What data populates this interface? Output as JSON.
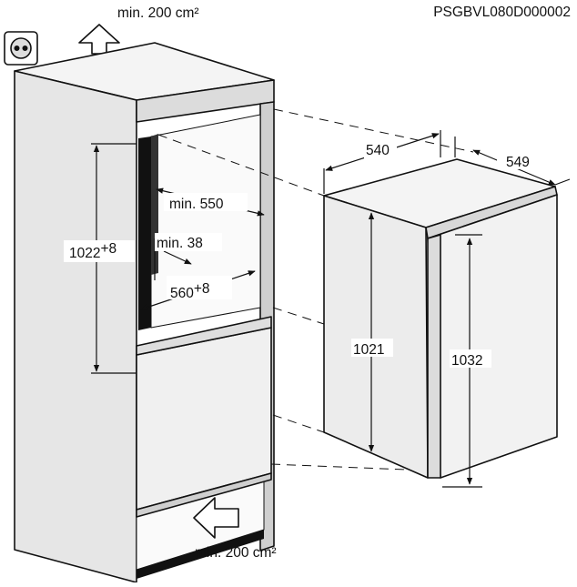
{
  "code": "PSGBVL080D000002",
  "ventilation": {
    "top_label": "min. 200 cm²",
    "bottom_label": "min. 200 cm²"
  },
  "niche": {
    "height_main": "1022",
    "height_tol": "+8",
    "depth_min": "min. 550",
    "side_min": "min. 38",
    "width_main": "560",
    "width_tol": "+8"
  },
  "appliance": {
    "width": "540",
    "depth": "549",
    "height_body": "1021",
    "height_total": "1032"
  }
}
